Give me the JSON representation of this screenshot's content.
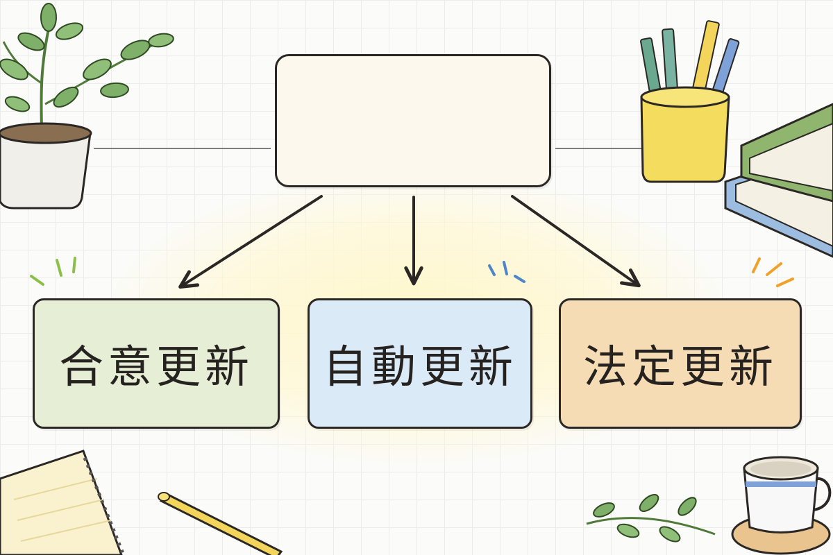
{
  "diagram": {
    "root": {
      "label": ""
    },
    "children": [
      {
        "label": "合意更新",
        "color": "#e6eed6"
      },
      {
        "label": "自動更新",
        "color": "#dbeaf7"
      },
      {
        "label": "法定更新",
        "color": "#f6dcb5"
      }
    ]
  },
  "decorations": {
    "icons": [
      "potted-plant-icon",
      "pencil-cup-icon",
      "books-icon",
      "notebook-icon",
      "pen-icon",
      "leaf-sprig-icon",
      "coffee-cup-icon"
    ]
  }
}
